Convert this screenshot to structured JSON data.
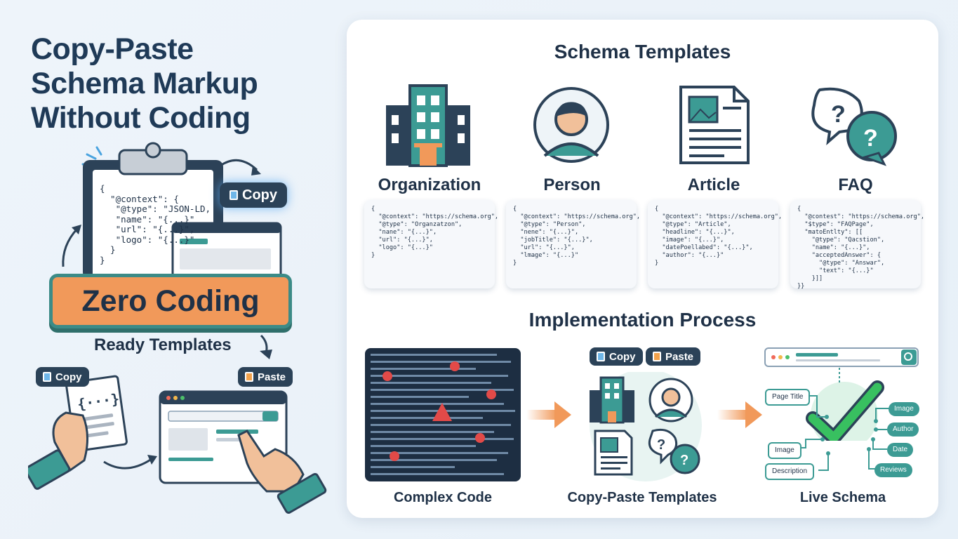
{
  "headline": [
    "Copy-Paste",
    "Schema Markup",
    "Without Coding"
  ],
  "left": {
    "copy_label": "Copy",
    "zero_coding": "Zero Coding",
    "ready_templates": "Ready Templates",
    "copy_label_2": "Copy",
    "paste_label": "Paste",
    "clipboard_code": "{\n  \"@context\": {\n   \"@type\": \"JSON-LD,\n   \"name\": \"{...}\"\n   \"url\": \"{...}\",\n   \"logo\": \"{...}\"\n  }\n}",
    "doc_glyph": "{···}"
  },
  "templates": {
    "title": "Schema Templates",
    "cards": [
      {
        "name": "Organization",
        "icon": "building-icon",
        "code": "{\n  \"@context\": \"https://schema.org\",\n  \"@type\": \"Organzatzon\",\n  \"nane\": \"{...}\",\n  \"url\": \"{...}\",\n  \"logo\": \"{...}\"\n}"
      },
      {
        "name": "Person",
        "icon": "person-icon",
        "code": "{\n  \"@context\": \"https://schema.org\",\n  \"@type\": \"Person\",\n  \"nene\": \"{...}\",\n  \"jobTitle\": \"{...}\",\n  \"url\": \"{...}\",\n  \"lmage\": \"{...}\"\n}"
      },
      {
        "name": "Article",
        "icon": "article-icon",
        "code": "{\n  \"@context\": \"https://schema.org\",\n  \"@type\": \"Article\",\n  \"headline\": \"{...}\",\n  \"image\": \"{...}\",\n  \"datePoellabed\": \"{...}\",\n  \"author\": \"{...}\"\n}"
      },
      {
        "name": "FAQ",
        "icon": "faq-icon",
        "code": "{\n  \"@contest\": \"https://schema.org\",\n  \"$type\": \"FAQPage\",\n  \"matoEntlty\": [[\n    \"@type\": \"Qacstion\",\n    \"name\": \"{...}\",\n    \"acceptedAnswer\": {\n      \"@type\": \"Answar\",\n      \"text\": \"{...}\"\n    }]]\n}}"
      }
    ]
  },
  "process": {
    "title": "Implementation Process",
    "steps": [
      "Complex Code",
      "Copy-Paste Templates",
      "Live Schema"
    ],
    "copy_label": "Copy",
    "paste_label": "Paste",
    "nodes_left": [
      "Page Title",
      "Image",
      "Description"
    ],
    "nodes_right": [
      "Image",
      "Author",
      "Date",
      "Reviews"
    ]
  },
  "colors": {
    "navy": "#1f3a57",
    "teal": "#3c9b94",
    "orange": "#f1995a",
    "green": "#2fb15a",
    "panel": "#ffffff"
  }
}
